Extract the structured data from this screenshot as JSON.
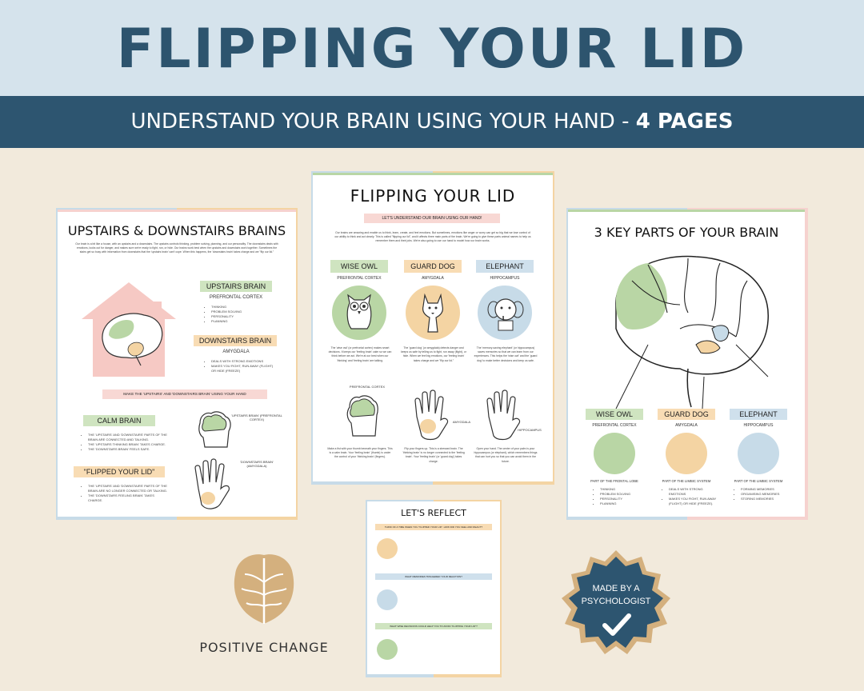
{
  "header": {
    "title": "FLIPPING YOUR LID",
    "subtitle_main": "UNDERSTAND YOUR BRAIN USING YOUR HAND - ",
    "subtitle_bold": "4 PAGES"
  },
  "page_left": {
    "title": "UPSTAIRS & DOWNSTAIRS BRAINS",
    "intro": "Our brain is a bit like a house, with an upstairs and a downstairs. The upstairs controls thinking, problem solving, planning, and our personality. The downstairs deals with emotions, looks out for danger, and makes sure we're ready to fight, run, or hide. Our brains work best when the upstairs and downstairs work together. Sometimes the stairs get so busy with information from downstairs that the 'upstairs brain' can't cope. When this happens, the 'downstairs brain' takes charge and we \"flip our lid.\"",
    "upstairs_label": "UPSTAIRS BRAIN",
    "upstairs_sub": "PREFRONTAL CORTEX",
    "upstairs_bullets": [
      "THINKING",
      "PROBLEM SOLVING",
      "PERSONALITY",
      "PLANNING"
    ],
    "downstairs_label": "DOWNSTAIRS BRAIN",
    "downstairs_sub": "AMYGDALA",
    "downstairs_bullets": [
      "DEALS WITH STRONG EMOTIONS",
      "MAKES YOU FIGHT, RUN AWAY (FLIGHT) OR HIDE (FREEZE)"
    ],
    "make_banner": "MAKE THE 'UPSTAIRS' AND 'DOWNSTAIRS BRAIN' USING YOUR HAND",
    "calm_label": "CALM BRAIN",
    "calm_bullets": [
      "THE 'UPSTAIRS' AND 'DOWNSTAIRS' PARTS OF THE BRAIN ARE CONNECTED AND TALKING.",
      "THE 'UPSTAIRS THINKING BRAIN' TAKES CHARGE.",
      "THE 'DOWNSTAIRS BRAIN' FEELS SAFE."
    ],
    "flipped_label": "\"FLIPPED YOUR LID\"",
    "flipped_bullets": [
      "THE 'UPSTAIRS' AND 'DOWNSTAIRS' PARTS OF THE BRAIN ARE NO LONGER CONNECTED OR TALKING.",
      "THE 'DOWNSTAIRS FEELING BRAIN' TAKES CHARGE."
    ],
    "fist_note": "'UPSTAIRS BRAIN' (PREFRONTAL CORTEX)",
    "hand_note": "'DOWNSTAIRS BRAIN' (AMYGDALA)"
  },
  "page_center": {
    "title": "FLIPPING YOUR LID",
    "banner": "LET'S UNDERSTAND OUR BRAIN USING OUR HAND!",
    "intro": "Our brains are amazing and enable us to think, learn, create, and feel emotions. But sometimes, emotions like anger or worry can get so big that we lose control of our ability to think and act clearly. This is called \"flipping our lid\", and it affects three main parts of the brain. We're going to give these parts animal names to help us remember them and their jobs. We're also going to use our hand to model how our brain works.",
    "cards": [
      {
        "name": "WISE OWL",
        "sub": "PREFRONTAL CORTEX",
        "desc": "The 'wise owl' (or prefrontal cortex) makes smart decisions. It keeps our 'feeling brain' calm so we can think before we act. We're at our best when our 'thinking' and 'feeling brain' are talking."
      },
      {
        "name": "GUARD DOG",
        "sub": "AMYGDALA",
        "desc": "The 'guard dog' (or amygdala) detects danger and keeps us safe by telling us to fight, run away (flight), or hide. When we feel big emotions, our 'feeling brain' takes charge and we \"flip our lid.\""
      },
      {
        "name": "ELEPHANT",
        "sub": "HIPPOCAMPUS",
        "desc": "The 'memory-saving elephant' (or hippocampus) saves memories so that we can learn from our experiences. This helps the 'wise owl' and the 'guard dog' to make better decisions and keep us safe."
      }
    ],
    "hand_labels": [
      "PREFRONTAL CORTEX",
      "AMYGDALA",
      "HIPPOCAMPUS"
    ],
    "hand_desc": [
      "Make a fist with your thumb beneath your fingers. This is a calm brain. Your 'feeling brain' (thumb) is under the control of your 'thinking brain' (fingers).",
      "Flip your fingers up. This is a stressed brain. The 'thinking brain' is no longer connected to the 'feeling brain'. Your 'feeling brain' (or 'guard dog') takes charge.",
      "Open your hand. The center of your palm is your hippocampus (or elephant), which remembers things that can hurt you so that you can avoid them in the future."
    ]
  },
  "page_right": {
    "title": "3 KEY PARTS OF YOUR BRAIN",
    "cards": [
      {
        "name": "WISE OWL",
        "sub": "PREFRONTAL CORTEX",
        "part": "PART OF THE FRONTAL LOBE",
        "bullets": [
          "THINKING",
          "PROBLEM SOLVING",
          "PERSONALITY",
          "PLANNING"
        ]
      },
      {
        "name": "GUARD DOG",
        "sub": "AMYGDALA",
        "part": "PART OF THE LIMBIC SYSTEM",
        "bullets": [
          "DEALS WITH STRONG EMOTIONS",
          "MAKES YOU FIGHT, RUN AWAY (FLIGHT) OR HIDE (FREEZE)."
        ]
      },
      {
        "name": "ELEPHANT",
        "sub": "HIPPOCAMPUS",
        "part": "PART OF THE LIMBIC SYSTEM",
        "bullets": [
          "FORMING MEMORIES",
          "ORGANISING MEMORIES",
          "STORING MEMORIES"
        ]
      }
    ]
  },
  "page_bottom": {
    "title": "LET'S REFLECT",
    "q1": "THINK OF A TIME WHEN YOU \"FLIPPED YOUR LID\". HOW DID YOU FEEL AND REACT?",
    "q2": "WHAT MEMORIES TRIGGERED YOUR REACTION?",
    "q3": "WHAT WISE DECISIONS COULD HELP YOU TO AVOID \"FLIPPING YOUR LID\"?"
  },
  "brand": {
    "name": "POSITIVE CHANGE"
  },
  "badge": {
    "line1": "MADE BY A",
    "line2": "PSYCHOLOGIST"
  },
  "colors": {
    "navy": "#2d5570",
    "green": "#b9d6a5",
    "orange": "#f4d4a3",
    "blue": "#c7dbe8",
    "pink": "#f6d2cf",
    "gold": "#d4b07e"
  }
}
